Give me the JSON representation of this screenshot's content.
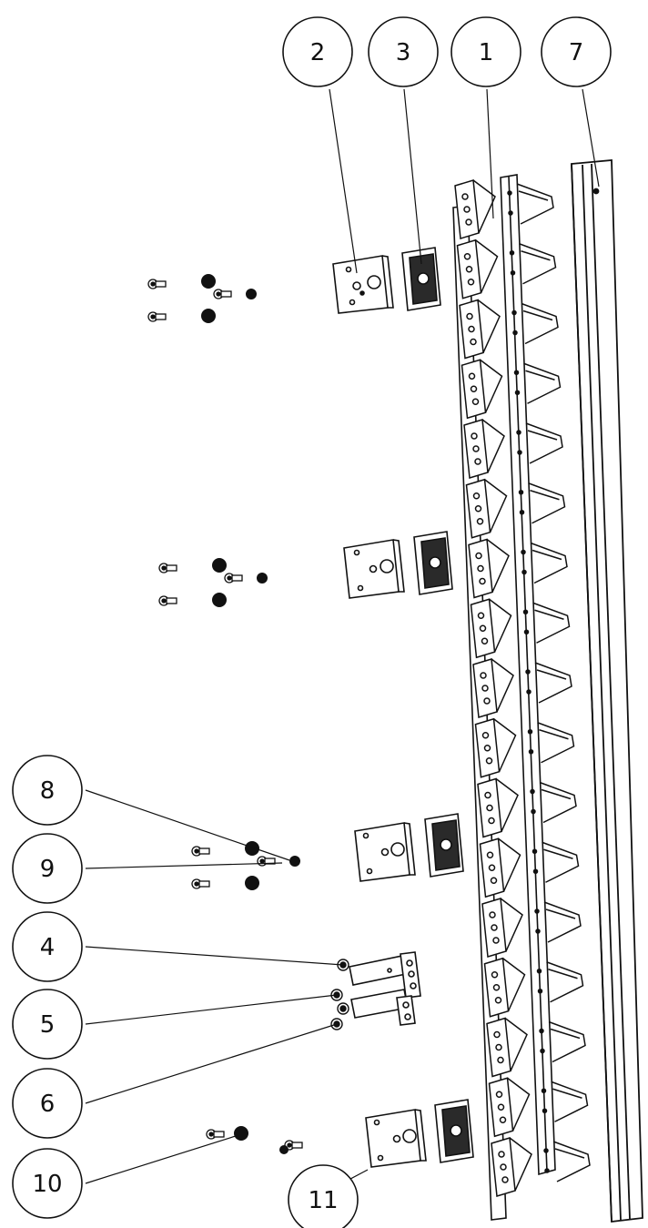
{
  "diagram": {
    "type": "exploded-assembly",
    "callouts": [
      "2",
      "3",
      "1",
      "7",
      "8",
      "9",
      "4",
      "5",
      "6",
      "10",
      "11"
    ]
  }
}
